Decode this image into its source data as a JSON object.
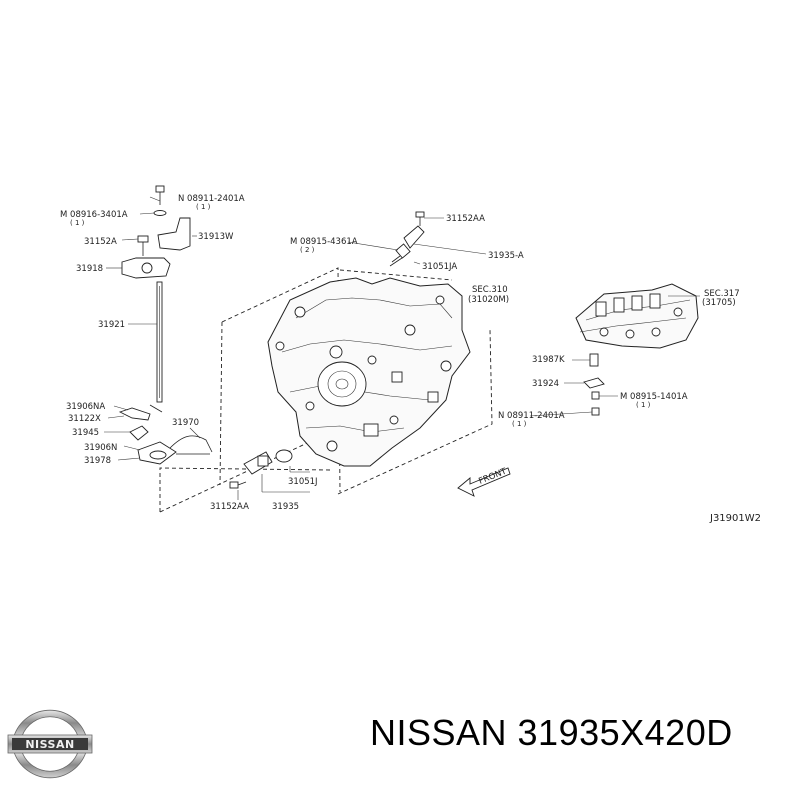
{
  "diagram": {
    "labels": {
      "p08911_2401A_top": "N 08911-2401A",
      "p08911_2401A_top_qty": "( 1 )",
      "p08916_3401A": "M 08916-3401A",
      "p08916_3401A_qty": "( 1 )",
      "p31152A": "31152A",
      "p31913W": "31913W",
      "p31918": "31918",
      "p31921": "31921",
      "p31906NA": "31906NA",
      "p31122X": "31122X",
      "p31945": "31945",
      "p31906N": "31906N",
      "p31978": "31978",
      "p31970": "31970",
      "p31152AA_top": "31152AA",
      "p08915_4361A": "M 08915-4361A",
      "p08915_4361A_qty": "( 2 )",
      "p31051JA": "31051JA",
      "p31935A": "31935-A",
      "sec310": "SEC.310",
      "sec310_ref": "(31020M)",
      "sec317": "SEC.317",
      "sec317_ref": "(31705)",
      "p31987K": "31987K",
      "p31924": "31924",
      "p08915_1401A": "M 08915-1401A",
      "p08915_1401A_qty": "( 1 )",
      "p08911_2401A_right": "N 08911-2401A",
      "p08911_2401A_right_qty": "( 1 )",
      "p31051J": "31051J",
      "p31152AA_bottom": "31152AA",
      "p31935": "31935",
      "front": "FRONT",
      "diagram_code": "J31901W2"
    }
  },
  "footer": {
    "brand": "NISSAN",
    "title": "NISSAN 31935X420D"
  }
}
